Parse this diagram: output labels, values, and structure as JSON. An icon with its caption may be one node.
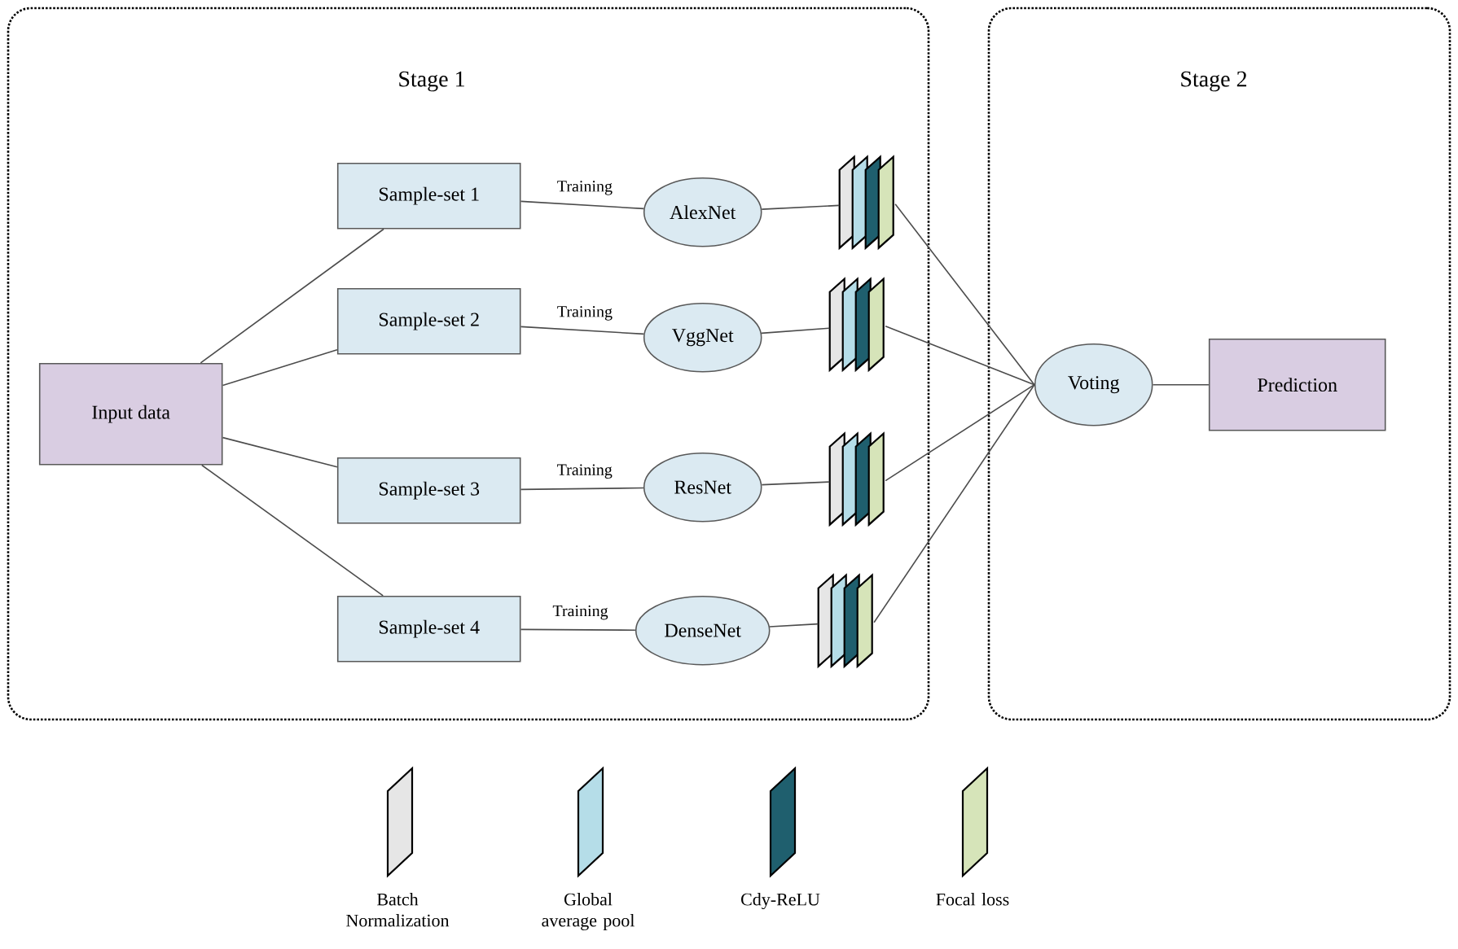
{
  "diagram": {
    "nodes": [
      {
        "text": [
          "Stage 1"
        ]
      },
      {
        "text": [
          "Input data"
        ],
        "in": 0
      },
      {
        "text": [
          "Sample-set 1"
        ],
        "in": 0
      },
      {
        "text": [
          "Sample-set 2"
        ],
        "in": 0
      },
      {
        "text": [
          "Sample-set 3"
        ],
        "in": 0
      },
      {
        "text": [
          "Sample-set 4"
        ],
        "in": 0
      },
      {
        "text": [
          "AlexNet"
        ],
        "in": 0
      },
      {
        "text": [
          "VggNet"
        ],
        "in": 0
      },
      {
        "text": [
          "ResNet"
        ],
        "in": 0
      },
      {
        "text": [
          "DenseNet"
        ],
        "in": 0
      },
      {
        "text": [],
        "shape": "picture",
        "in": 0
      },
      {
        "text": [],
        "shape": "picture",
        "in": 0
      },
      {
        "text": [],
        "shape": "picture",
        "in": 0
      },
      {
        "text": [],
        "shape": "picture",
        "in": 0
      },
      {
        "text": [
          "Stage 2"
        ]
      },
      {
        "text": [
          "Voting"
        ],
        "in": 14
      },
      {
        "text": [
          "Prediction"
        ],
        "in": 14
      }
    ],
    "edges": [
      {
        "from": 1,
        "to": 2,
        "arrow": "none"
      },
      {
        "from": 1,
        "to": 3,
        "arrow": "none"
      },
      {
        "from": 1,
        "to": 4,
        "arrow": "none"
      },
      {
        "from": 1,
        "to": 5,
        "arrow": "none"
      },
      {
        "from": 2,
        "to": 6,
        "arrow": "none",
        "label": "Training"
      },
      {
        "from": 3,
        "to": 7,
        "arrow": "none",
        "label": "Training"
      },
      {
        "from": 4,
        "to": 8,
        "arrow": "none",
        "label": "Training"
      },
      {
        "from": 5,
        "to": 9,
        "arrow": "none",
        "label": "Training"
      },
      {
        "from": 6,
        "to": 10,
        "arrow": "none"
      },
      {
        "from": 7,
        "to": 11,
        "arrow": "none"
      },
      {
        "from": 8,
        "to": 12,
        "arrow": "none"
      },
      {
        "from": 9,
        "to": 13,
        "arrow": "none"
      },
      {
        "from": 10,
        "to": 15,
        "arrow": "none"
      },
      {
        "from": 11,
        "to": 15,
        "arrow": "none"
      },
      {
        "from": 12,
        "to": 15,
        "arrow": "none"
      },
      {
        "from": 13,
        "to": 15,
        "arrow": "none"
      },
      {
        "from": 15,
        "to": 16,
        "arrow": "none"
      }
    ],
    "legend": [
      {
        "text": "Batch Normalization",
        "color": "#e6e6e6"
      },
      {
        "text": "Global average pool",
        "color": "#b5dde8"
      },
      {
        "text": "Cdy-ReLU",
        "color": "#1f5f6e"
      },
      {
        "text": "Focal loss",
        "color": "#d6e4b9"
      }
    ]
  }
}
